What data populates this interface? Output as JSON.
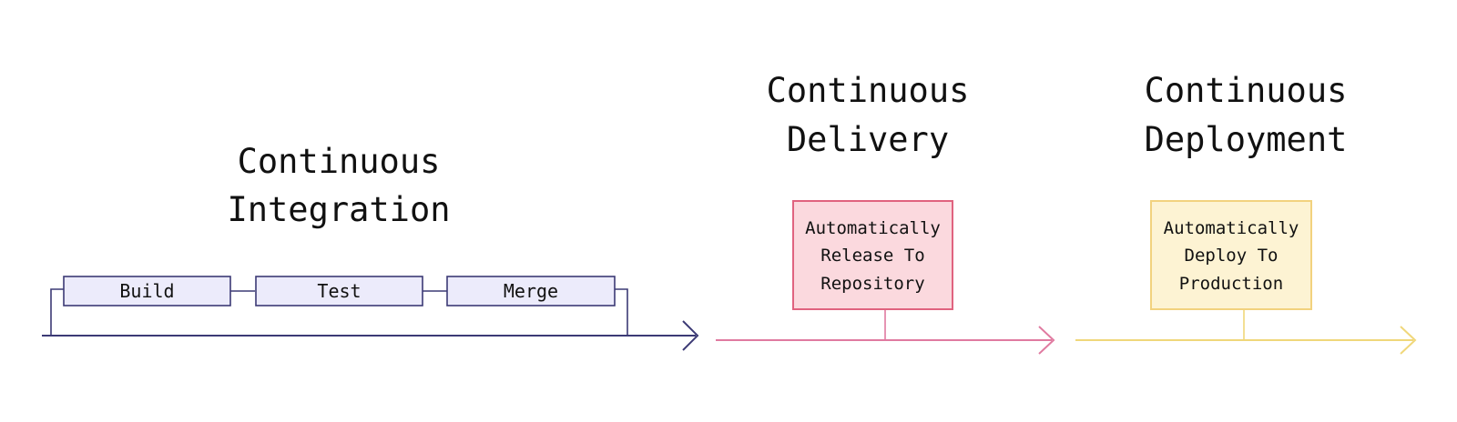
{
  "sections": {
    "ci": {
      "title_line1": "Continuous",
      "title_line2": "Integration",
      "steps": [
        "Build",
        "Test",
        "Merge"
      ],
      "color": "#3c3a75",
      "fill": "#ecebfb"
    },
    "delivery": {
      "title_line1": "Continuous",
      "title_line2": "Delivery",
      "box_line1": "Automatically",
      "box_line2": "Release To",
      "box_line3": "Repository",
      "color": "#e07aa0",
      "box_stroke": "#e0637f",
      "fill": "#fbd9de"
    },
    "deployment": {
      "title_line1": "Continuous",
      "title_line2": "Deployment",
      "box_line1": "Automatically",
      "box_line2": "Deploy To",
      "box_line3": "Production",
      "color": "#f0d77a",
      "box_stroke": "#f2d27e",
      "fill": "#fdf3d3"
    }
  }
}
